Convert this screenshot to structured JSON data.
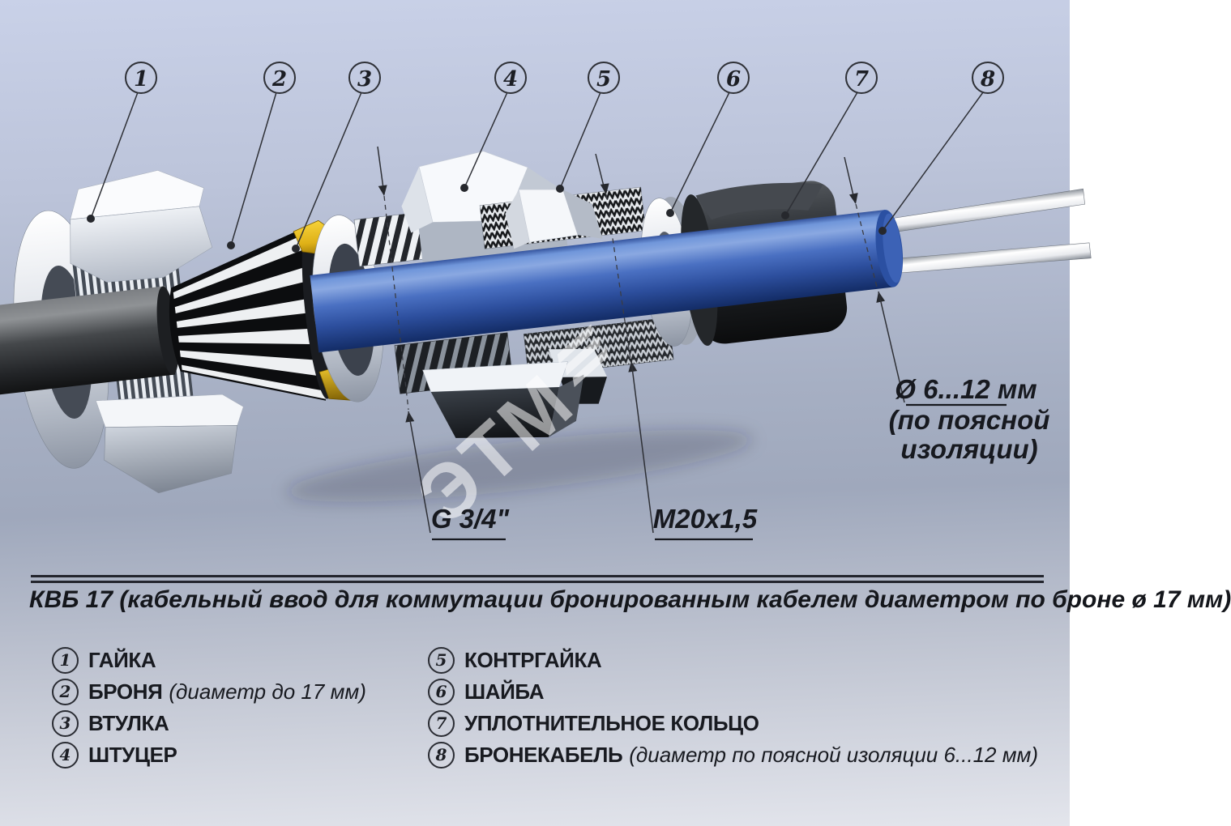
{
  "diagram": {
    "callouts": [
      {
        "number": "1"
      },
      {
        "number": "2"
      },
      {
        "number": "3"
      },
      {
        "number": "4"
      },
      {
        "number": "5"
      },
      {
        "number": "6"
      },
      {
        "number": "7"
      },
      {
        "number": "8"
      }
    ],
    "dimension_labels": {
      "g_thread": "G 3/4\"",
      "m_thread": "M20x1,5",
      "diameter_line1": "Ø 6...12 мм",
      "diameter_line2": "(по поясной",
      "diameter_line3": "изоляции)"
    },
    "watermark": "ЭТМ"
  },
  "caption": {
    "title": "КВБ 17 (кабельный ввод для коммутации бронированным кабелем диаметром по броне ø  17 мм)"
  },
  "legend": {
    "items": [
      {
        "number": "1",
        "label": "ГАЙКА",
        "note": ""
      },
      {
        "number": "2",
        "label": "БРОНЯ",
        "note": "(диаметр до 17 мм)"
      },
      {
        "number": "3",
        "label": "ВТУЛКА",
        "note": ""
      },
      {
        "number": "4",
        "label": "ШТУЦЕР",
        "note": ""
      },
      {
        "number": "5",
        "label": "КОНТРГАЙКА",
        "note": ""
      },
      {
        "number": "6",
        "label": "ШАЙБА",
        "note": ""
      },
      {
        "number": "7",
        "label": "УПЛОТНИТЕЛЬНОЕ КОЛЬЦО",
        "note": ""
      },
      {
        "number": "8",
        "label": "БРОНЕКАБЕЛЬ",
        "note": "(диаметр по поясной изоляции 6...12 мм)"
      }
    ]
  },
  "colors": {
    "cable_blue": "#3a62b8",
    "armor_yellow": "#e8bd1e",
    "seal_black": "#1b1d20",
    "metal_light": "#f5f7fa",
    "background_mid": "#a3acc0"
  }
}
